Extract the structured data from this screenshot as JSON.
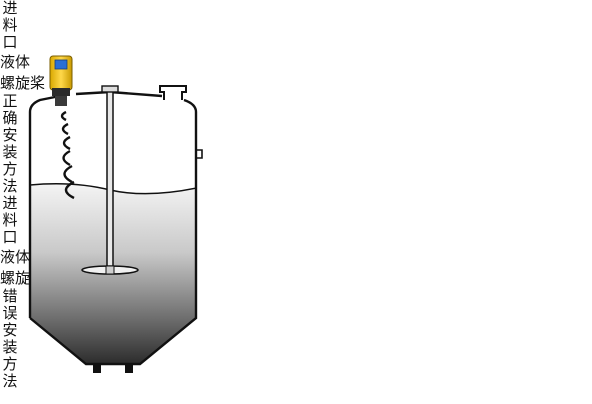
{
  "left_tank": {
    "inlet_label": "进料口",
    "liquid_label": "液体",
    "agitator_label": "螺旋桨",
    "method_label": "正确安装方法"
  },
  "right_tank": {
    "inlet_label": "进料口",
    "liquid_label": "液体",
    "agitator_label": "螺旋桨",
    "method_label": "错误安装方法"
  },
  "colors": {
    "outline": "#111111",
    "liquid_top": "#f2f2f2",
    "liquid_bottom": "#1a1a1a",
    "sensor_body": "#f2c200",
    "sensor_display": "#2a6fd6",
    "sensor_base": "#222222"
  },
  "icons": {
    "sensor": "ultrasonic-level-sensor-icon",
    "agitator": "propeller-icon",
    "inlet_arrows": "double-arrow-left-icon"
  }
}
